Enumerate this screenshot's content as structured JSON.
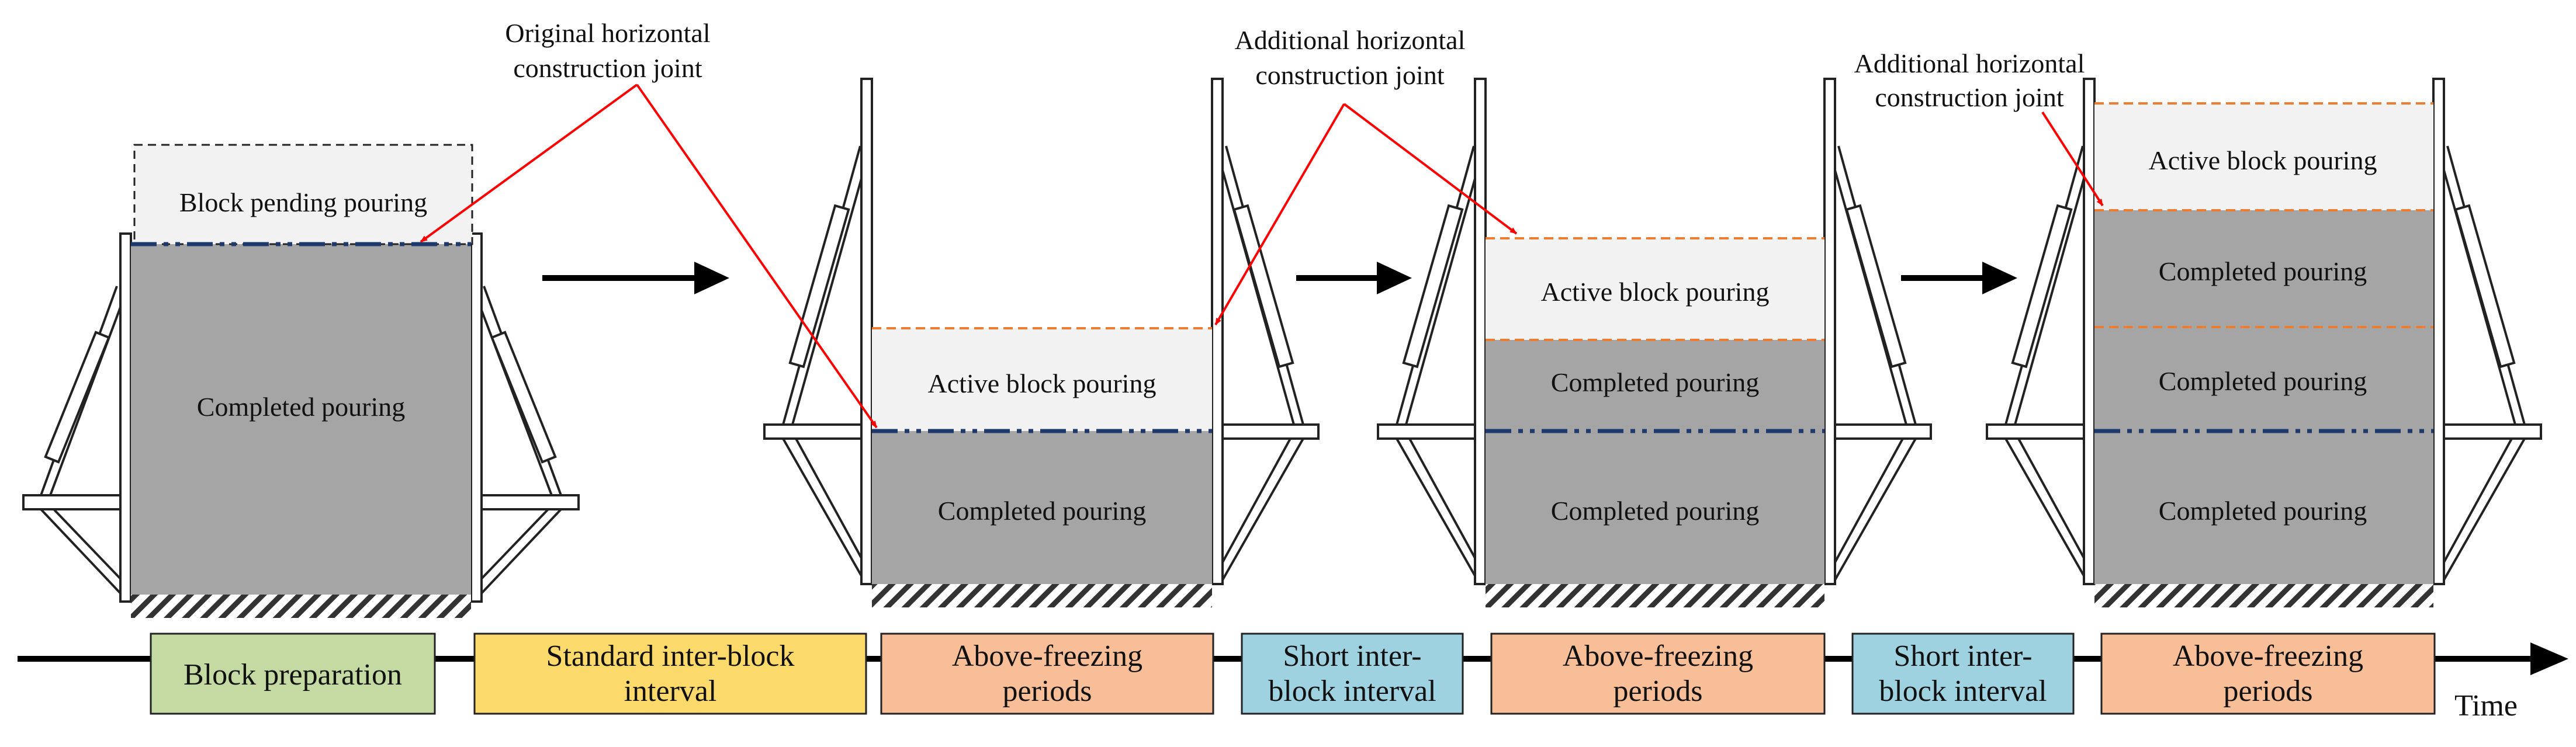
{
  "annotations": {
    "original_joint": [
      "Original horizontal",
      "construction joint"
    ],
    "additional_joint_1": [
      "Additional horizontal",
      "construction joint"
    ],
    "additional_joint_2": [
      "Additional horizontal",
      "construction joint"
    ]
  },
  "stages": [
    {
      "top_label": "Block pending pouring",
      "body_label": "Completed pouring"
    },
    {
      "top_label": "Active block pouring",
      "body_label": "Completed pouring"
    },
    {
      "top_label": "Active block pouring",
      "lower_labels": [
        "Completed pouring",
        "Completed pouring"
      ]
    },
    {
      "top_label": "Active block pouring",
      "lower_labels": [
        "Completed pouring",
        "Completed pouring",
        "Completed pouring"
      ]
    }
  ],
  "timeline": {
    "segments": [
      {
        "label": [
          "Block preparation"
        ],
        "color": "#c5d9a3"
      },
      {
        "label": [
          "Standard inter-block",
          "interval"
        ],
        "color": "#fcd96b"
      },
      {
        "label": [
          "Above-freezing",
          "periods"
        ],
        "color": "#f7be97"
      },
      {
        "label": [
          "Short inter-",
          "block interval"
        ],
        "color": "#9fd2e0"
      },
      {
        "label": [
          "Above-freezing",
          "periods"
        ],
        "color": "#f7be97"
      },
      {
        "label": [
          "Short inter-",
          "block interval"
        ],
        "color": "#9fd2e0"
      },
      {
        "label": [
          "Above-freezing",
          "periods"
        ],
        "color": "#f7be97"
      }
    ],
    "axis_label": "Time"
  },
  "colors": {
    "completed": "#a5a5a5",
    "pending": "#f2f2f2",
    "joint_original": "#1f3a6e",
    "joint_additional": "#ed7d31",
    "pointer": "#ff0000"
  }
}
